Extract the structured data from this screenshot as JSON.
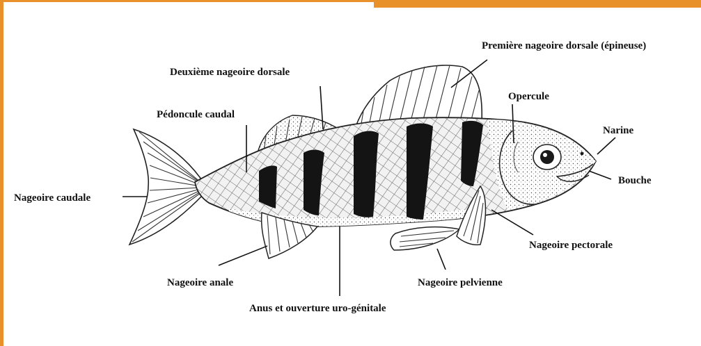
{
  "accent_color": "#e8902a",
  "labels": {
    "premiere_dorsale": "Première nageoire dorsale (épineuse)",
    "deuxieme_dorsale": "Deuxième nageoire dorsale",
    "opercule": "Opercule",
    "pedoncule": "Pédoncule caudal",
    "narine": "Narine",
    "bouche": "Bouche",
    "caudale": "Nageoire caudale",
    "pectorale": "Nageoire pectorale",
    "anale": "Nageoire anale",
    "pelvienne": "Nageoire pelvienne",
    "anus": "Anus et ouverture uro-génitale"
  }
}
